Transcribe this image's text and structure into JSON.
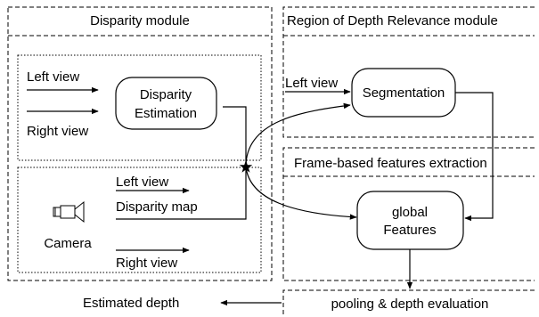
{
  "modules": {
    "disparity": {
      "title": "Disparity module"
    },
    "region": {
      "title": "Region of Depth Relevance module"
    },
    "frame": {
      "title": "Frame-based features extraction"
    },
    "pooling": {
      "title": "pooling & depth evaluation"
    }
  },
  "nodes": {
    "disparity_estimation": {
      "line1": "Disparity",
      "line2": "Estimation"
    },
    "segmentation": {
      "label": "Segmentation"
    },
    "global_features": {
      "line1": "global",
      "line2": "Features"
    },
    "camera": {
      "label": "Camera",
      "icon": "camera-icon"
    }
  },
  "edges": {
    "left_view_top": "Left view",
    "right_view_top": "Right view",
    "left_view_camera": "Left view",
    "disparity_map": "Disparity map",
    "right_view_camera": "Right view",
    "left_view_region": "Left view",
    "estimated_depth": "Estimated depth"
  }
}
